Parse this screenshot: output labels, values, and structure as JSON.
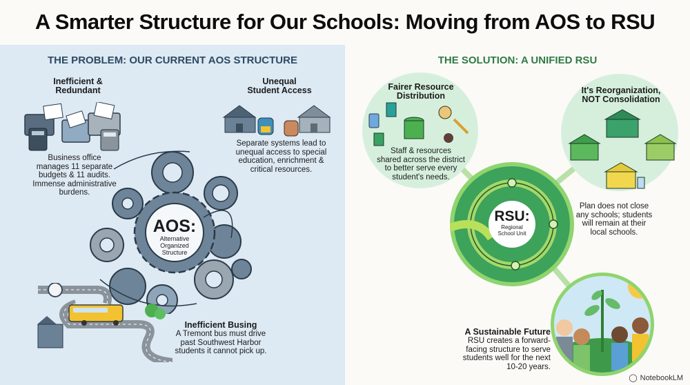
{
  "title": "A Smarter Structure for Our Schools: Moving from AOS to RSU",
  "problem": {
    "heading": "THE PROBLEM: OUR CURRENT AOS STRUCTURE",
    "center": {
      "acronym": "AOS:",
      "expansion_line1": "Alternative",
      "expansion_line2": "Organized",
      "expansion_line3": "Structure"
    },
    "items": [
      {
        "title_line1": "Inefficient &",
        "title_line2": "Redundant",
        "text_line1": "Business office",
        "text_line2": "manages 11 separate",
        "text_line3": "budgets & 11 audits.",
        "text_line4": "Immense administrative",
        "text_line5": "burdens.",
        "icon": "folders-calculators-icon"
      },
      {
        "title_line1": "Unequal",
        "title_line2": "Student Access",
        "text_line1": "Separate systems lead to",
        "text_line2": "unequal access to special",
        "text_line3": "education, enrichment &",
        "text_line4": "critical resources.",
        "icon": "split-schools-icon"
      },
      {
        "title_line1": "Inefficient Busing",
        "text_line1": "A Tremont bus must drive",
        "text_line2": "past Southwest Harbor",
        "text_line3": "students it cannot pick up.",
        "icon": "school-bus-route-icon"
      }
    ]
  },
  "solution": {
    "heading": "THE SOLUTION: A UNIFIED RSU",
    "center": {
      "acronym": "RSU:",
      "expansion_line1": "Regional",
      "expansion_line2": "School Unit"
    },
    "items": [
      {
        "title_line1": "Fairer Resource",
        "title_line2": "Distribution",
        "text_line1": "Staff & resources",
        "text_line2": "shared across the district",
        "text_line3": "to better serve every",
        "text_line4": "student's needs.",
        "icon": "shared-resources-icon"
      },
      {
        "title_line1": "It's Reorganization,",
        "title_line2": "NOT Consolidation",
        "text_line1": "Plan does not close",
        "text_line2": "any schools; students",
        "text_line3": "will remain at their",
        "text_line4": "local schools.",
        "icon": "four-schools-icon"
      },
      {
        "title_line1": "A Sustainable Future",
        "text_line1": "RSU creates a forward-",
        "text_line2": "facing structure to serve",
        "text_line3": "students well for the next",
        "text_line4": "10-20 years.",
        "icon": "growing-plant-students-icon"
      }
    ]
  },
  "watermark": "NotebookLM",
  "colors": {
    "problem_bg": "#dde9f3",
    "problem_accent": "#2c4a63",
    "solution_accent": "#2f7a45",
    "solution_circle": "#d6efdd",
    "rsu_ring": "#3da25a"
  }
}
